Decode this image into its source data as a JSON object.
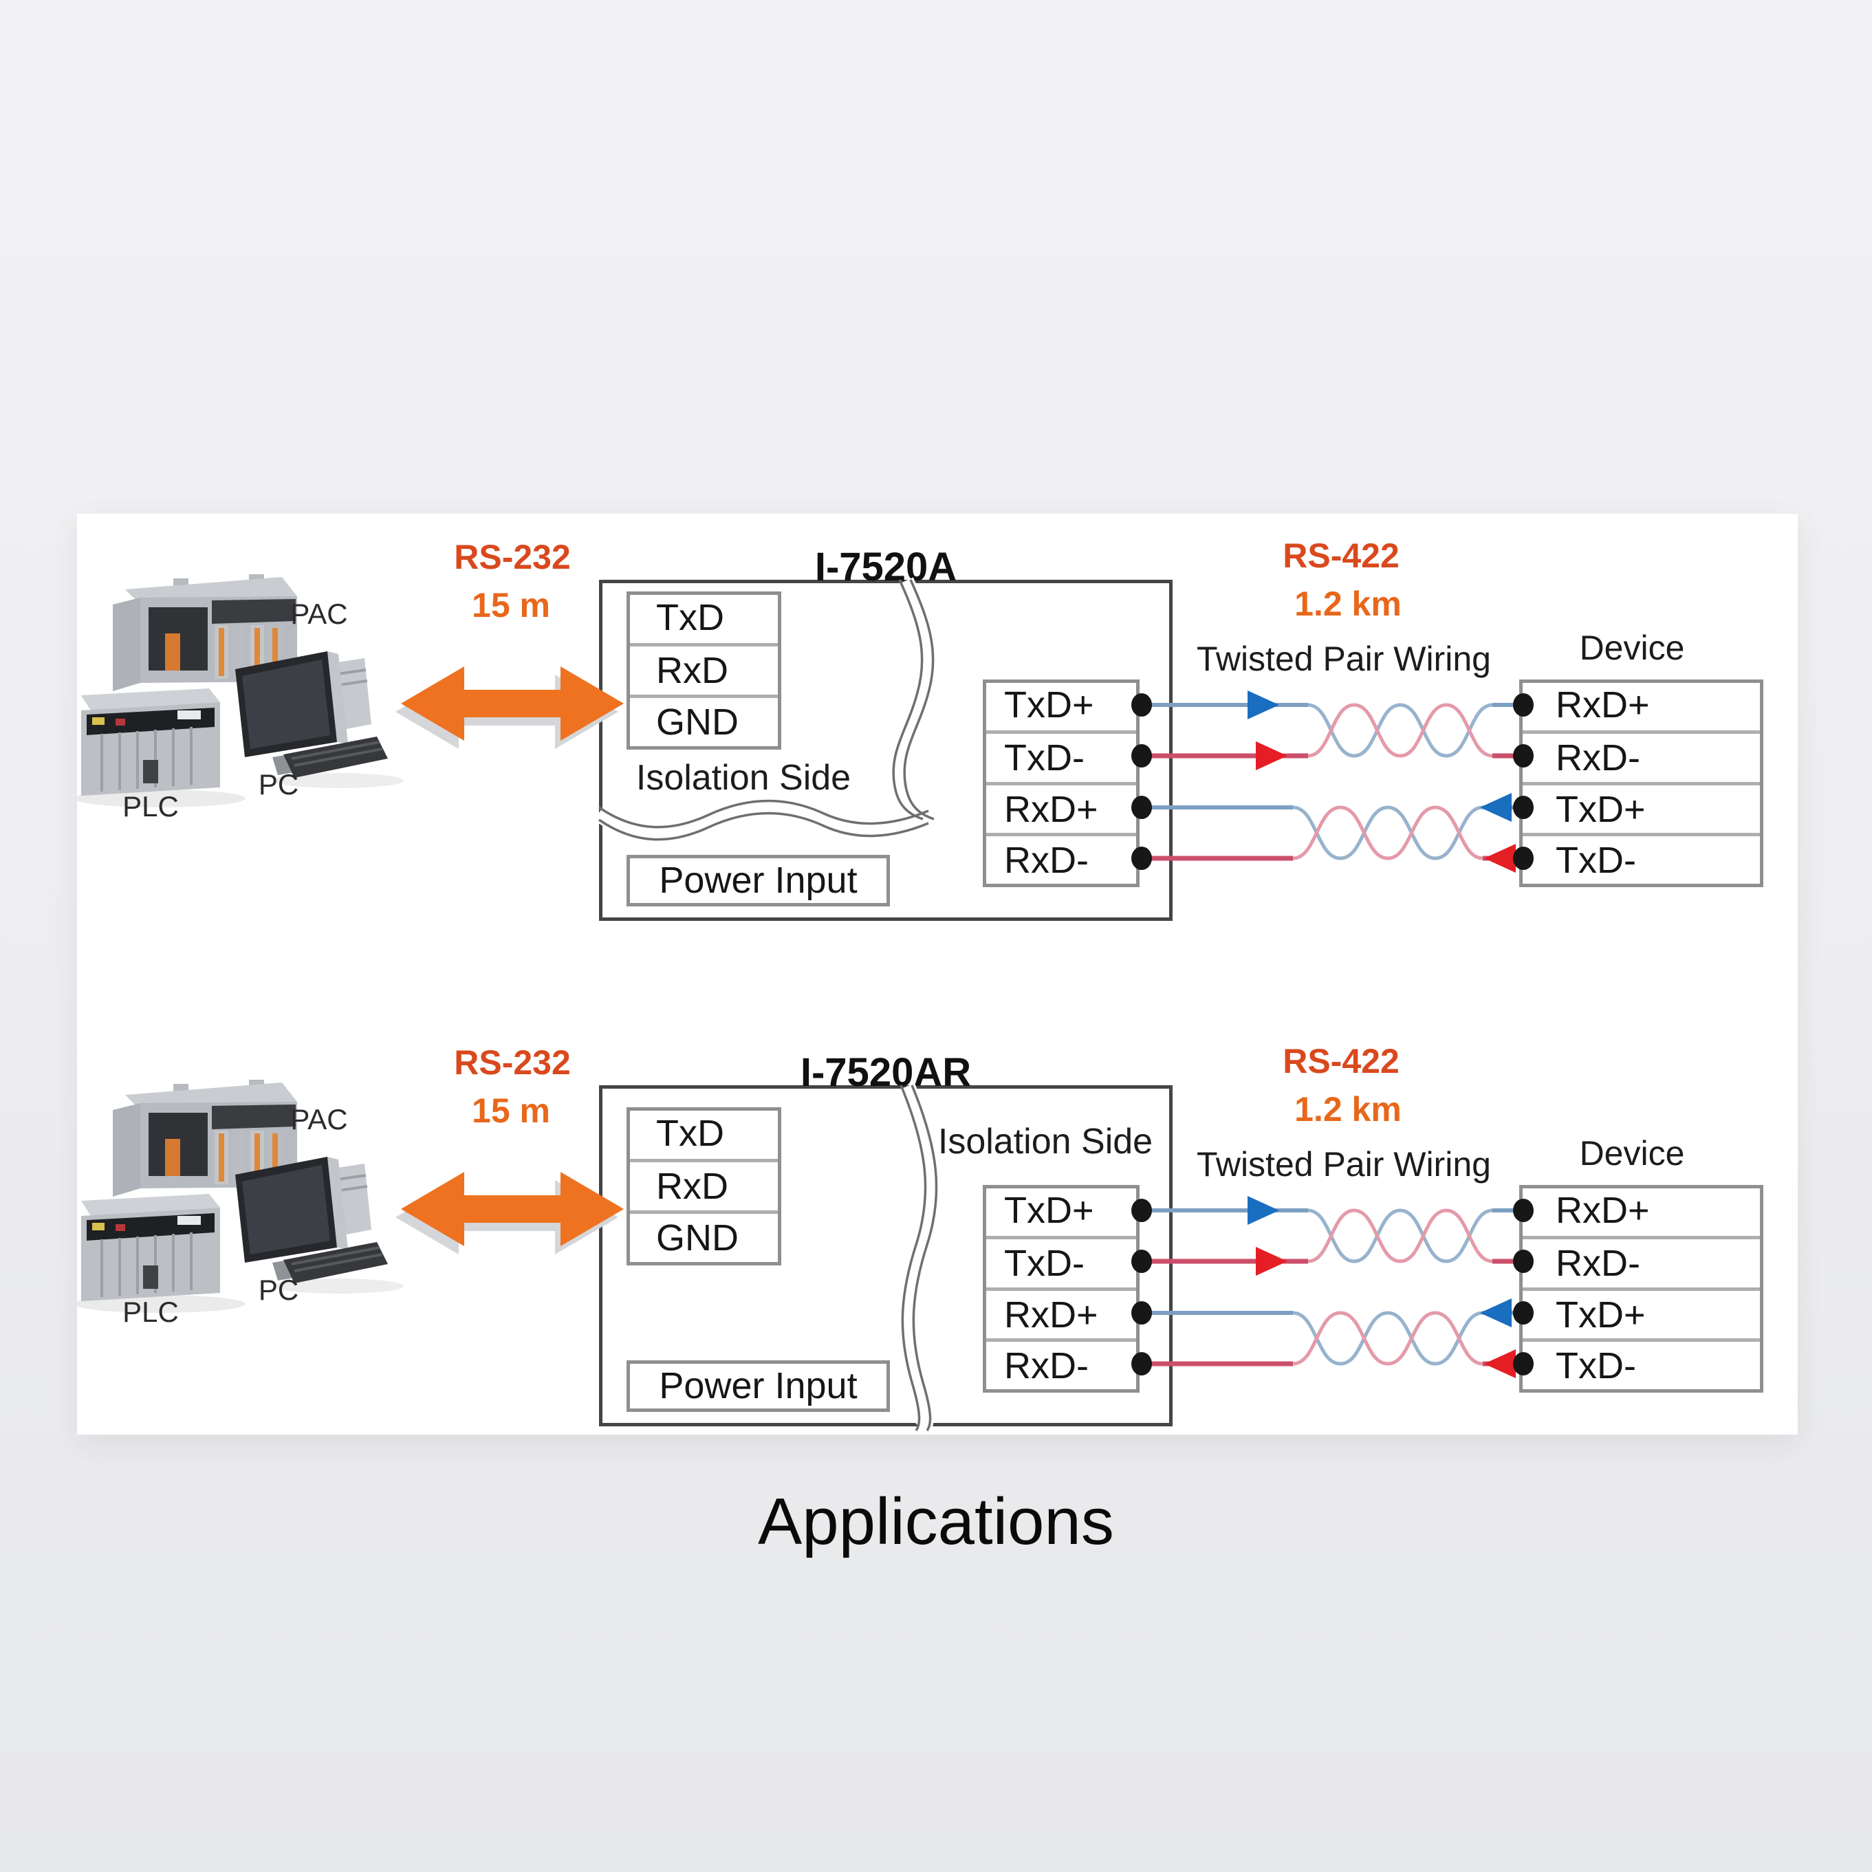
{
  "caption": "Applications",
  "colors": {
    "background": "#edeef0",
    "panel": "#ffffff",
    "protocol_text": "#d9491e",
    "distance_text": "#e8671b",
    "arrow_orange": "#ef7220",
    "wire_blue": "#7d9fc2",
    "wire_red": "#cb4f6a",
    "arrowhead_blue": "#1a6ec0",
    "arrowhead_red": "#e51e25"
  },
  "diagrams": [
    {
      "title": "I-7520A",
      "rs232": {
        "protocol": "RS-232",
        "distance": "15 m"
      },
      "rs422": {
        "protocol": "RS-422",
        "distance": "1.2 km"
      },
      "stations": {
        "pac": "PAC",
        "plc": "PLC",
        "pc": "PC"
      },
      "rs232_pins": [
        "TxD",
        "RxD",
        "GND"
      ],
      "isolation_label": "Isolation Side",
      "power_label": "Power Input",
      "rs422_pins": [
        "TxD+",
        "TxD-",
        "RxD+",
        "RxD-"
      ],
      "twisted_label": "Twisted Pair Wiring",
      "device_label": "Device",
      "device_pins": [
        "RxD+",
        "RxD-",
        "TxD+",
        "TxD-"
      ]
    },
    {
      "title": "I-7520AR",
      "rs232": {
        "protocol": "RS-232",
        "distance": "15 m"
      },
      "rs422": {
        "protocol": "RS-422",
        "distance": "1.2 km"
      },
      "stations": {
        "pac": "PAC",
        "plc": "PLC",
        "pc": "PC"
      },
      "rs232_pins": [
        "TxD",
        "RxD",
        "GND"
      ],
      "isolation_label": "Isolation Side",
      "power_label": "Power Input",
      "rs422_pins": [
        "TxD+",
        "TxD-",
        "RxD+",
        "RxD-"
      ],
      "twisted_label": "Twisted Pair Wiring",
      "device_label": "Device",
      "device_pins": [
        "RxD+",
        "RxD-",
        "TxD+",
        "TxD-"
      ]
    }
  ]
}
